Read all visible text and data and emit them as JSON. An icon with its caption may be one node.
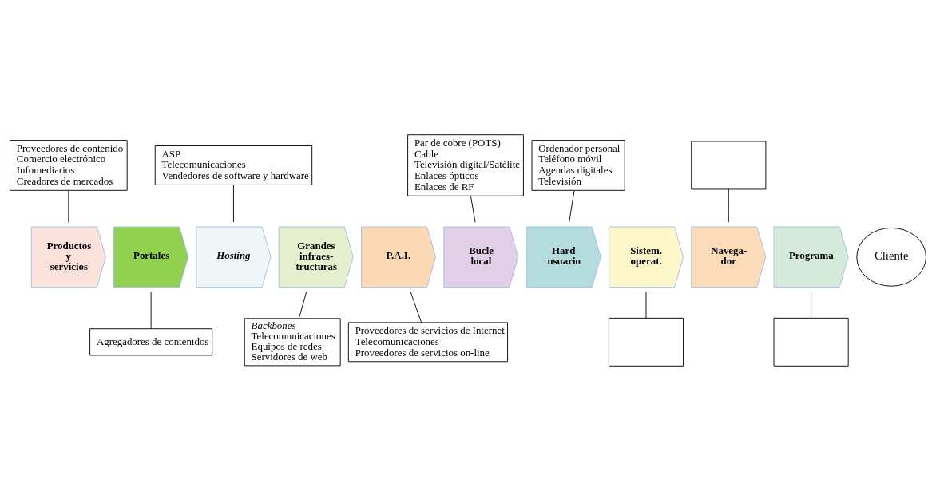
{
  "diagram": {
    "nodes": [
      {
        "text": [
          "Productos y servicios"
        ]
      },
      {
        "text": [
          "Portales"
        ]
      },
      {
        "text": [
          "*Hosting*"
        ]
      },
      {
        "text": [
          "Grandes infraes-tructuras"
        ]
      },
      {
        "text": [
          "P.A.I."
        ]
      },
      {
        "text": [
          "Bucle local"
        ]
      },
      {
        "text": [
          "Hard usuario"
        ]
      },
      {
        "text": [
          "Sistem. operat."
        ]
      },
      {
        "text": [
          "Navega-dor"
        ]
      },
      {
        "text": [
          "Programa"
        ]
      },
      {
        "text": [
          "Cliente"
        ]
      },
      {
        "text": [
          "Proveedores de contenido",
          "Comercio electrónico",
          "Infomediarios",
          "Creadores de mercados"
        ]
      },
      {
        "text": [
          "ASP",
          "Telecomunicaciones",
          "Vendedores de software y hardware"
        ]
      },
      {
        "text": [
          "Par de cobre (POTS)",
          "Cable",
          "Televisión digital/Satélite",
          "Enlaces ópticos",
          "Enlaces de RF"
        ]
      },
      {
        "text": [
          "Ordenador personal",
          "Teléfono móvil",
          "Agendas digitales",
          "Televisión"
        ]
      },
      {
        "text": [],
        "shape": "box"
      },
      {
        "text": [
          "Agregadores de contenidos"
        ]
      },
      {
        "text": [
          "*Backbones*",
          "Telecomunicaciones",
          "Equipos de redes",
          "Servidores de web"
        ]
      },
      {
        "text": [
          "Proveedores de servicios de Internet",
          "Telecomunicaciones",
          "Proveedores de servicios on-line"
        ]
      },
      {
        "text": [],
        "shape": "box"
      },
      {
        "text": [],
        "shape": "box"
      }
    ],
    "edges": [
      {
        "from": 11,
        "to": 0,
        "arrow": "none"
      },
      {
        "from": 12,
        "to": 2,
        "arrow": "none"
      },
      {
        "from": 13,
        "to": 5,
        "arrow": "none"
      },
      {
        "from": 14,
        "to": 6,
        "arrow": "none"
      },
      {
        "from": 15,
        "to": 8,
        "arrow": "none"
      },
      {
        "from": 1,
        "to": 16,
        "arrow": "none"
      },
      {
        "from": 3,
        "to": 17,
        "arrow": "none"
      },
      {
        "from": 4,
        "to": 18,
        "arrow": "none"
      },
      {
        "from": 7,
        "to": 19,
        "arrow": "none"
      },
      {
        "from": 9,
        "to": 20,
        "arrow": "none"
      }
    ]
  }
}
